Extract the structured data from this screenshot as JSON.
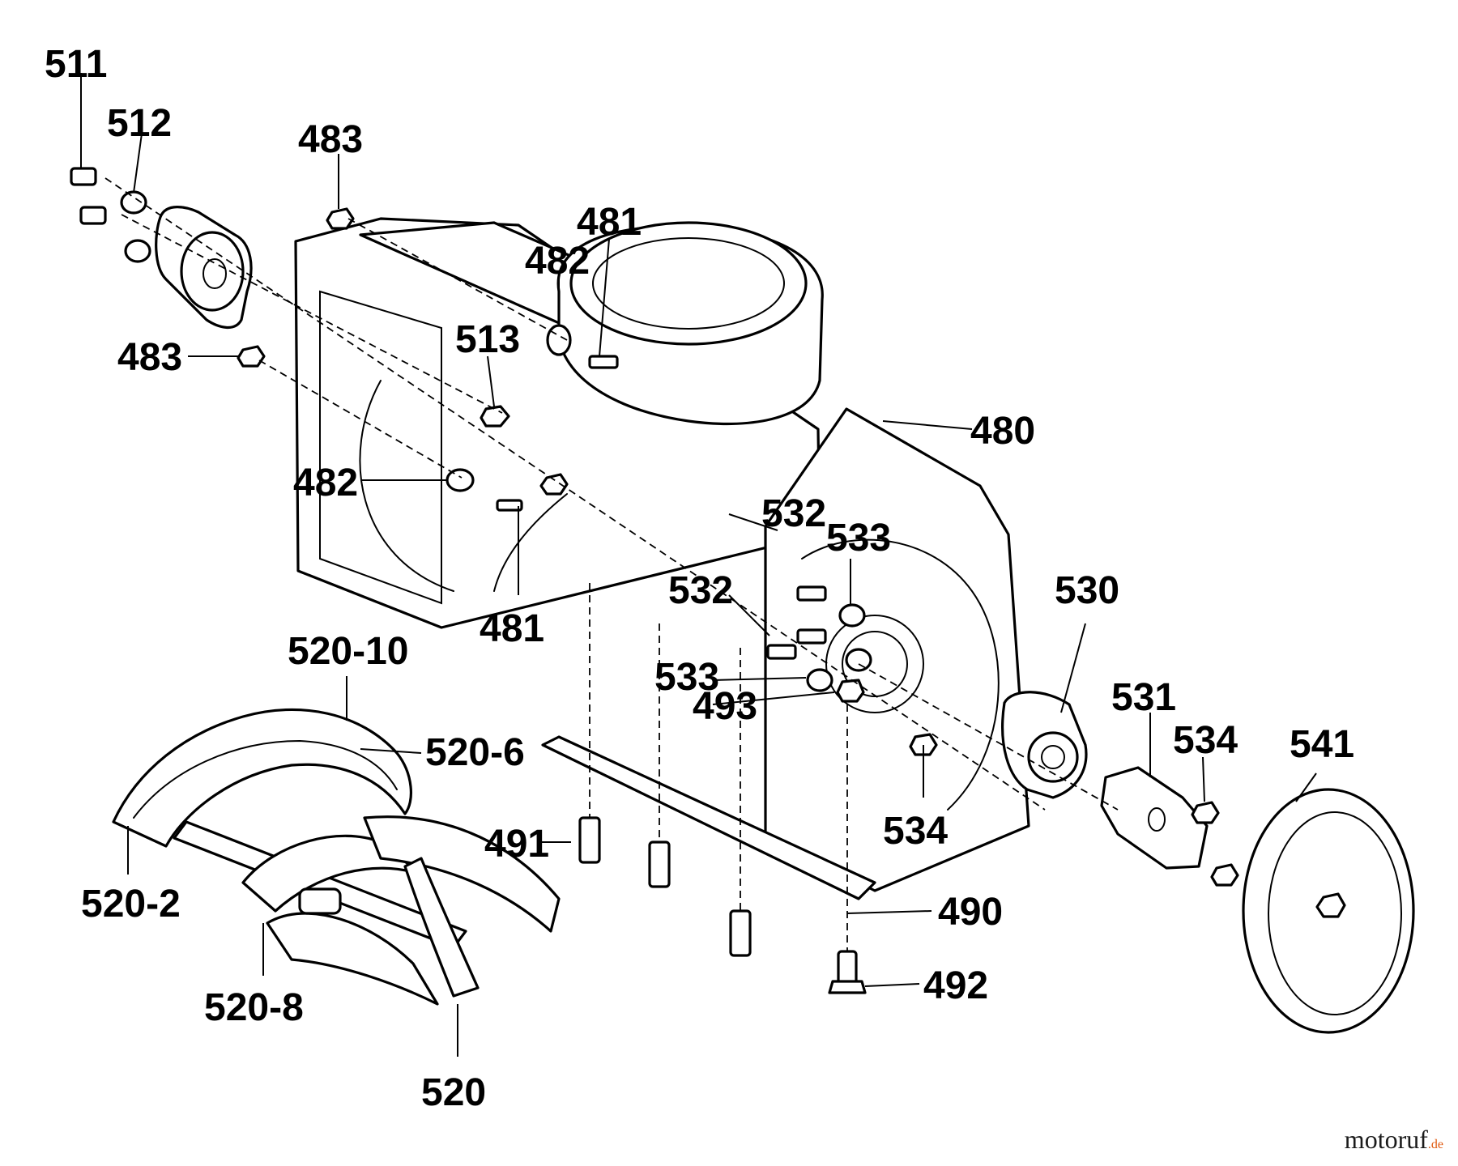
{
  "labels": {
    "l511": "511",
    "l512": "512",
    "l483a": "483",
    "l481a": "481",
    "l482a": "482",
    "l513": "513",
    "l483b": "483",
    "l480": "480",
    "l482b": "482",
    "l532a": "532",
    "l533a": "533",
    "l481b": "481",
    "l530": "530",
    "l532b": "532",
    "l520_10": "520-10",
    "l533b": "533",
    "l493": "493",
    "l531": "531",
    "l534a": "534",
    "l541": "541",
    "l520_6": "520-6",
    "l491": "491",
    "l534b": "534",
    "l520_2": "520-2",
    "l490": "490",
    "l492": "492",
    "l520_8": "520-8",
    "l520": "520"
  },
  "watermark": {
    "brand": "motoruf",
    "suffix": ".de"
  }
}
